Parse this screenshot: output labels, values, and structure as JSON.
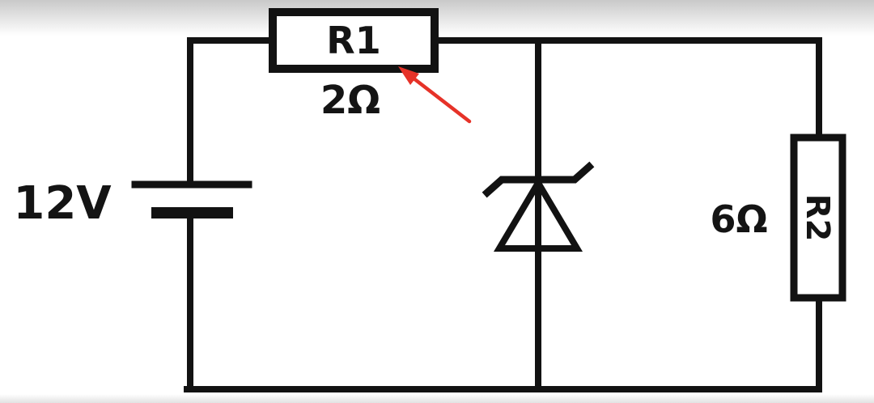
{
  "diagram": {
    "type": "circuit-schematic",
    "labels": {
      "source_voltage": "12V",
      "r1_name": "R1",
      "r1_value": "2Ω",
      "r2_name": "R2",
      "r2_value": "6Ω"
    },
    "components": [
      {
        "id": "voltage-source",
        "kind": "battery",
        "label": "12V"
      },
      {
        "id": "resistor-r1",
        "kind": "resistor",
        "label": "R1",
        "value": "2Ω"
      },
      {
        "id": "zener-diode",
        "kind": "zener-diode"
      },
      {
        "id": "resistor-r2",
        "kind": "resistor",
        "label": "R2",
        "value": "6Ω"
      }
    ],
    "annotations": [
      {
        "id": "red-arrow",
        "points_to": "resistor-r1"
      }
    ],
    "colors": {
      "wire": "#121212",
      "annotation_arrow": "#e63228",
      "background": "#ffffff"
    }
  }
}
